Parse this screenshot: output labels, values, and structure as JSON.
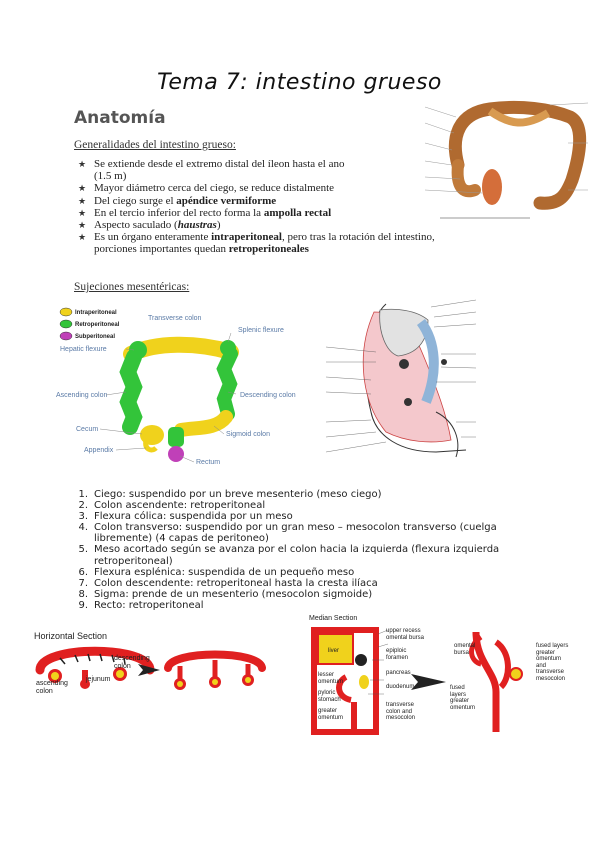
{
  "title": "Tema 7: intestino grueso",
  "section": "Anatomía",
  "generalidades": {
    "heading": "Generalidades del intestino grueso:",
    "items": [
      [
        {
          "t": "Se extiende desde el extremo distal del íleon hasta el ano",
          "b": false
        }
      ],
      [
        {
          "t": "(1.5 m)",
          "b": false
        }
      ],
      [
        {
          "t": "Mayor diámetro cerca del ciego, se reduce distalmente",
          "b": false
        }
      ],
      [
        {
          "t": "Del ciego surge el ",
          "b": false
        },
        {
          "t": "apéndice vermiforme",
          "b": true
        }
      ],
      [
        {
          "t": "En el tercio inferior del recto forma la ",
          "b": false
        },
        {
          "t": "ampolla rectal",
          "b": true
        }
      ],
      [
        {
          "t": "Aspecto saculado (",
          "b": false
        },
        {
          "t": "haustras",
          "b": true,
          "i": true
        },
        {
          "t": ")",
          "b": false
        }
      ],
      [
        {
          "t": "Es un órgano enteramente ",
          "b": false
        },
        {
          "t": "intraperitoneal",
          "b": true
        },
        {
          "t": ", pero tras la rotación del intestino,",
          "b": false
        }
      ],
      [
        {
          "t": "porciones importantes quedan ",
          "b": false
        },
        {
          "t": "retroperitoneales",
          "b": true
        }
      ]
    ]
  },
  "sujeciones": {
    "heading": "Sujeciones mesentéricas:",
    "items": [
      "Ciego: suspendido por un breve mesenterio (meso ciego)",
      "Colon ascendente: retroperitoneal",
      "Flexura cólica: suspendida por un meso",
      "Colon transverso: suspendido por un gran meso – mesocolon transverso (cuelga",
      "libremente) (4 capas de peritoneo)",
      "Meso acortado según se avanza por el colon hacia la izquierda (flexura izquierda",
      "retroperitoneal)",
      "Flexura esplénica: suspendida de un pequeño meso",
      "Colon descendente: retroperitoneal hasta la cresta ilíaca",
      "Sigma: prende de un mesenterio (mesocolon sigmoide)",
      "Recto: retroperitoneal"
    ],
    "numbers": [
      "1.",
      "2.",
      "3.",
      "4.",
      "",
      "5.",
      "",
      "6.",
      "7.",
      "8.",
      "9."
    ]
  },
  "diagram_colon": {
    "legend": [
      "Intraperitoneal",
      "Retroperitoneal",
      "Subperitoneal"
    ],
    "legend_colors": [
      "#f0d21c",
      "#33c43a",
      "#c040b8"
    ],
    "labels": {
      "transverse": "Transverse colon",
      "splenic": "Splenic flexure",
      "hepatic": "Hepatic flexure",
      "ascending": "Ascending colon",
      "descending": "Descending colon",
      "cecum": "Cecum",
      "sigmoid": "Sigmoid colon",
      "appendix": "Appendix",
      "rectum": "Rectum"
    }
  },
  "diagram_horizontal": {
    "title": "Horizontal Section",
    "labels": {
      "ascending": "ascending",
      "ascending2": "colon",
      "jejunum": "jejunum",
      "descending": "descending",
      "descending2": "colon"
    }
  },
  "diagram_median": {
    "title": "Median Section",
    "labels": {
      "upper_recess": "upper recess",
      "omental_bursa": "omental bursa",
      "liver": "liver",
      "epiploic": "epiploic",
      "foramen": "foramen",
      "pancreas": "pancreas",
      "duodenum": "duodenum",
      "lesser": "lesser",
      "omentum": "omentum",
      "pyloric": "pyloric",
      "stomach": "stomach",
      "greater": "greater",
      "omentum2": "omentum",
      "transverse": "transverse",
      "colon_and": "colon and",
      "mesocolon": "mesocolon",
      "r_omental": "omental",
      "r_bursa": "bursa",
      "fused_layers": "fused layers",
      "greater_r": "greater",
      "omentum_r": "omentum",
      "and": "and",
      "transverse_r": "transverse",
      "mesocolon_r": "mesocolon",
      "fused2": "fused",
      "layers2": "layers",
      "greater2": "greater",
      "omentum3": "omentum"
    }
  }
}
